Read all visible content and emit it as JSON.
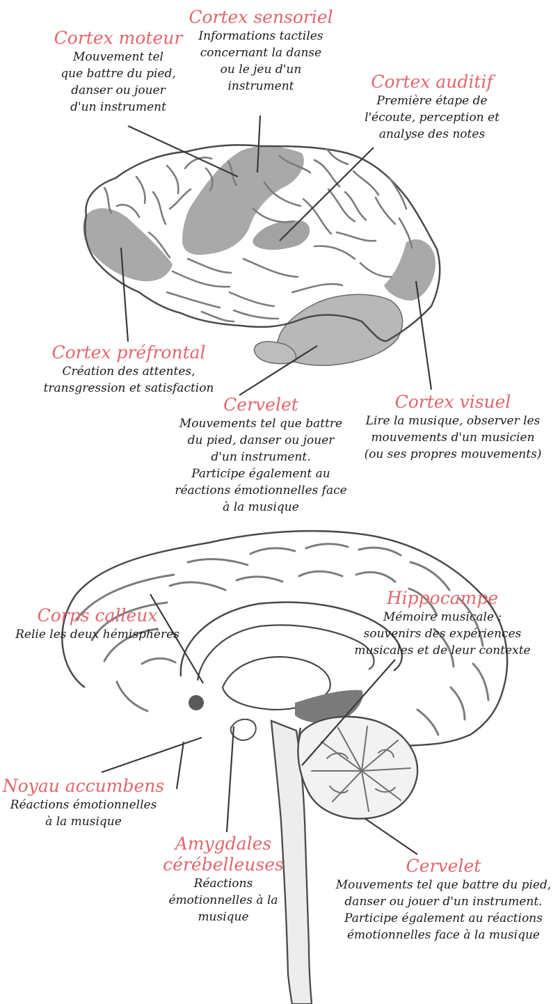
{
  "colors": {
    "accent": "#e2666b",
    "region": "#a9a9a9",
    "outline": "#444444",
    "fold": "#7c7c7c"
  },
  "lateral": {
    "moteur": {
      "title": "Cortex moteur",
      "lines": [
        "Mouvement tel",
        "que battre du pied,",
        "danser ou jouer",
        "d'un instrument"
      ]
    },
    "sensoriel": {
      "title": "Cortex sensoriel",
      "lines": [
        "Informations tactiles",
        "concernant la danse",
        "ou le jeu d'un",
        "instrument"
      ]
    },
    "auditif": {
      "title": "Cortex auditif",
      "lines": [
        "Première étape de",
        "l'écoute, perception et",
        "analyse des notes"
      ]
    },
    "prefrontal": {
      "title": "Cortex préfrontal",
      "lines": [
        "Création des attentes,",
        "transgression et satisfaction"
      ]
    },
    "cervelet": {
      "title": "Cervelet",
      "lines": [
        "Mouvements tel que battre",
        "du pied, danser ou jouer",
        "d'un instrument.",
        "Participe également au",
        "réactions émotionnelles face",
        "à la musique"
      ]
    },
    "visuel": {
      "title": "Cortex visuel",
      "lines": [
        "Lire la musique, observer les",
        "mouvements d'un musicien",
        "(ou ses propres mouvements)"
      ]
    }
  },
  "sagittal": {
    "calleux": {
      "title": "Corps calleux",
      "lines": [
        "Relie les deux hémisphères"
      ]
    },
    "hippocampe": {
      "title": "Hippocampe",
      "lines": [
        "Mémoire musicale :",
        "souvenirs des expériences",
        "musicales et de leur contexte"
      ]
    },
    "accumbens": {
      "title": "Noyau accumbens",
      "lines": [
        "Réactions émotionnelles",
        "à la musique"
      ]
    },
    "amygdales": {
      "title": "Amygdales cérébelleuses",
      "lines": [
        "Réactions",
        "émotionnelles à la",
        "musique"
      ]
    },
    "cervelet": {
      "title": "Cervelet",
      "lines": [
        "Mouvements tel que battre du pied,",
        "danser ou jouer d'un instrument.",
        "Participe également au réactions",
        "émotionnelles face à la musique"
      ]
    }
  }
}
